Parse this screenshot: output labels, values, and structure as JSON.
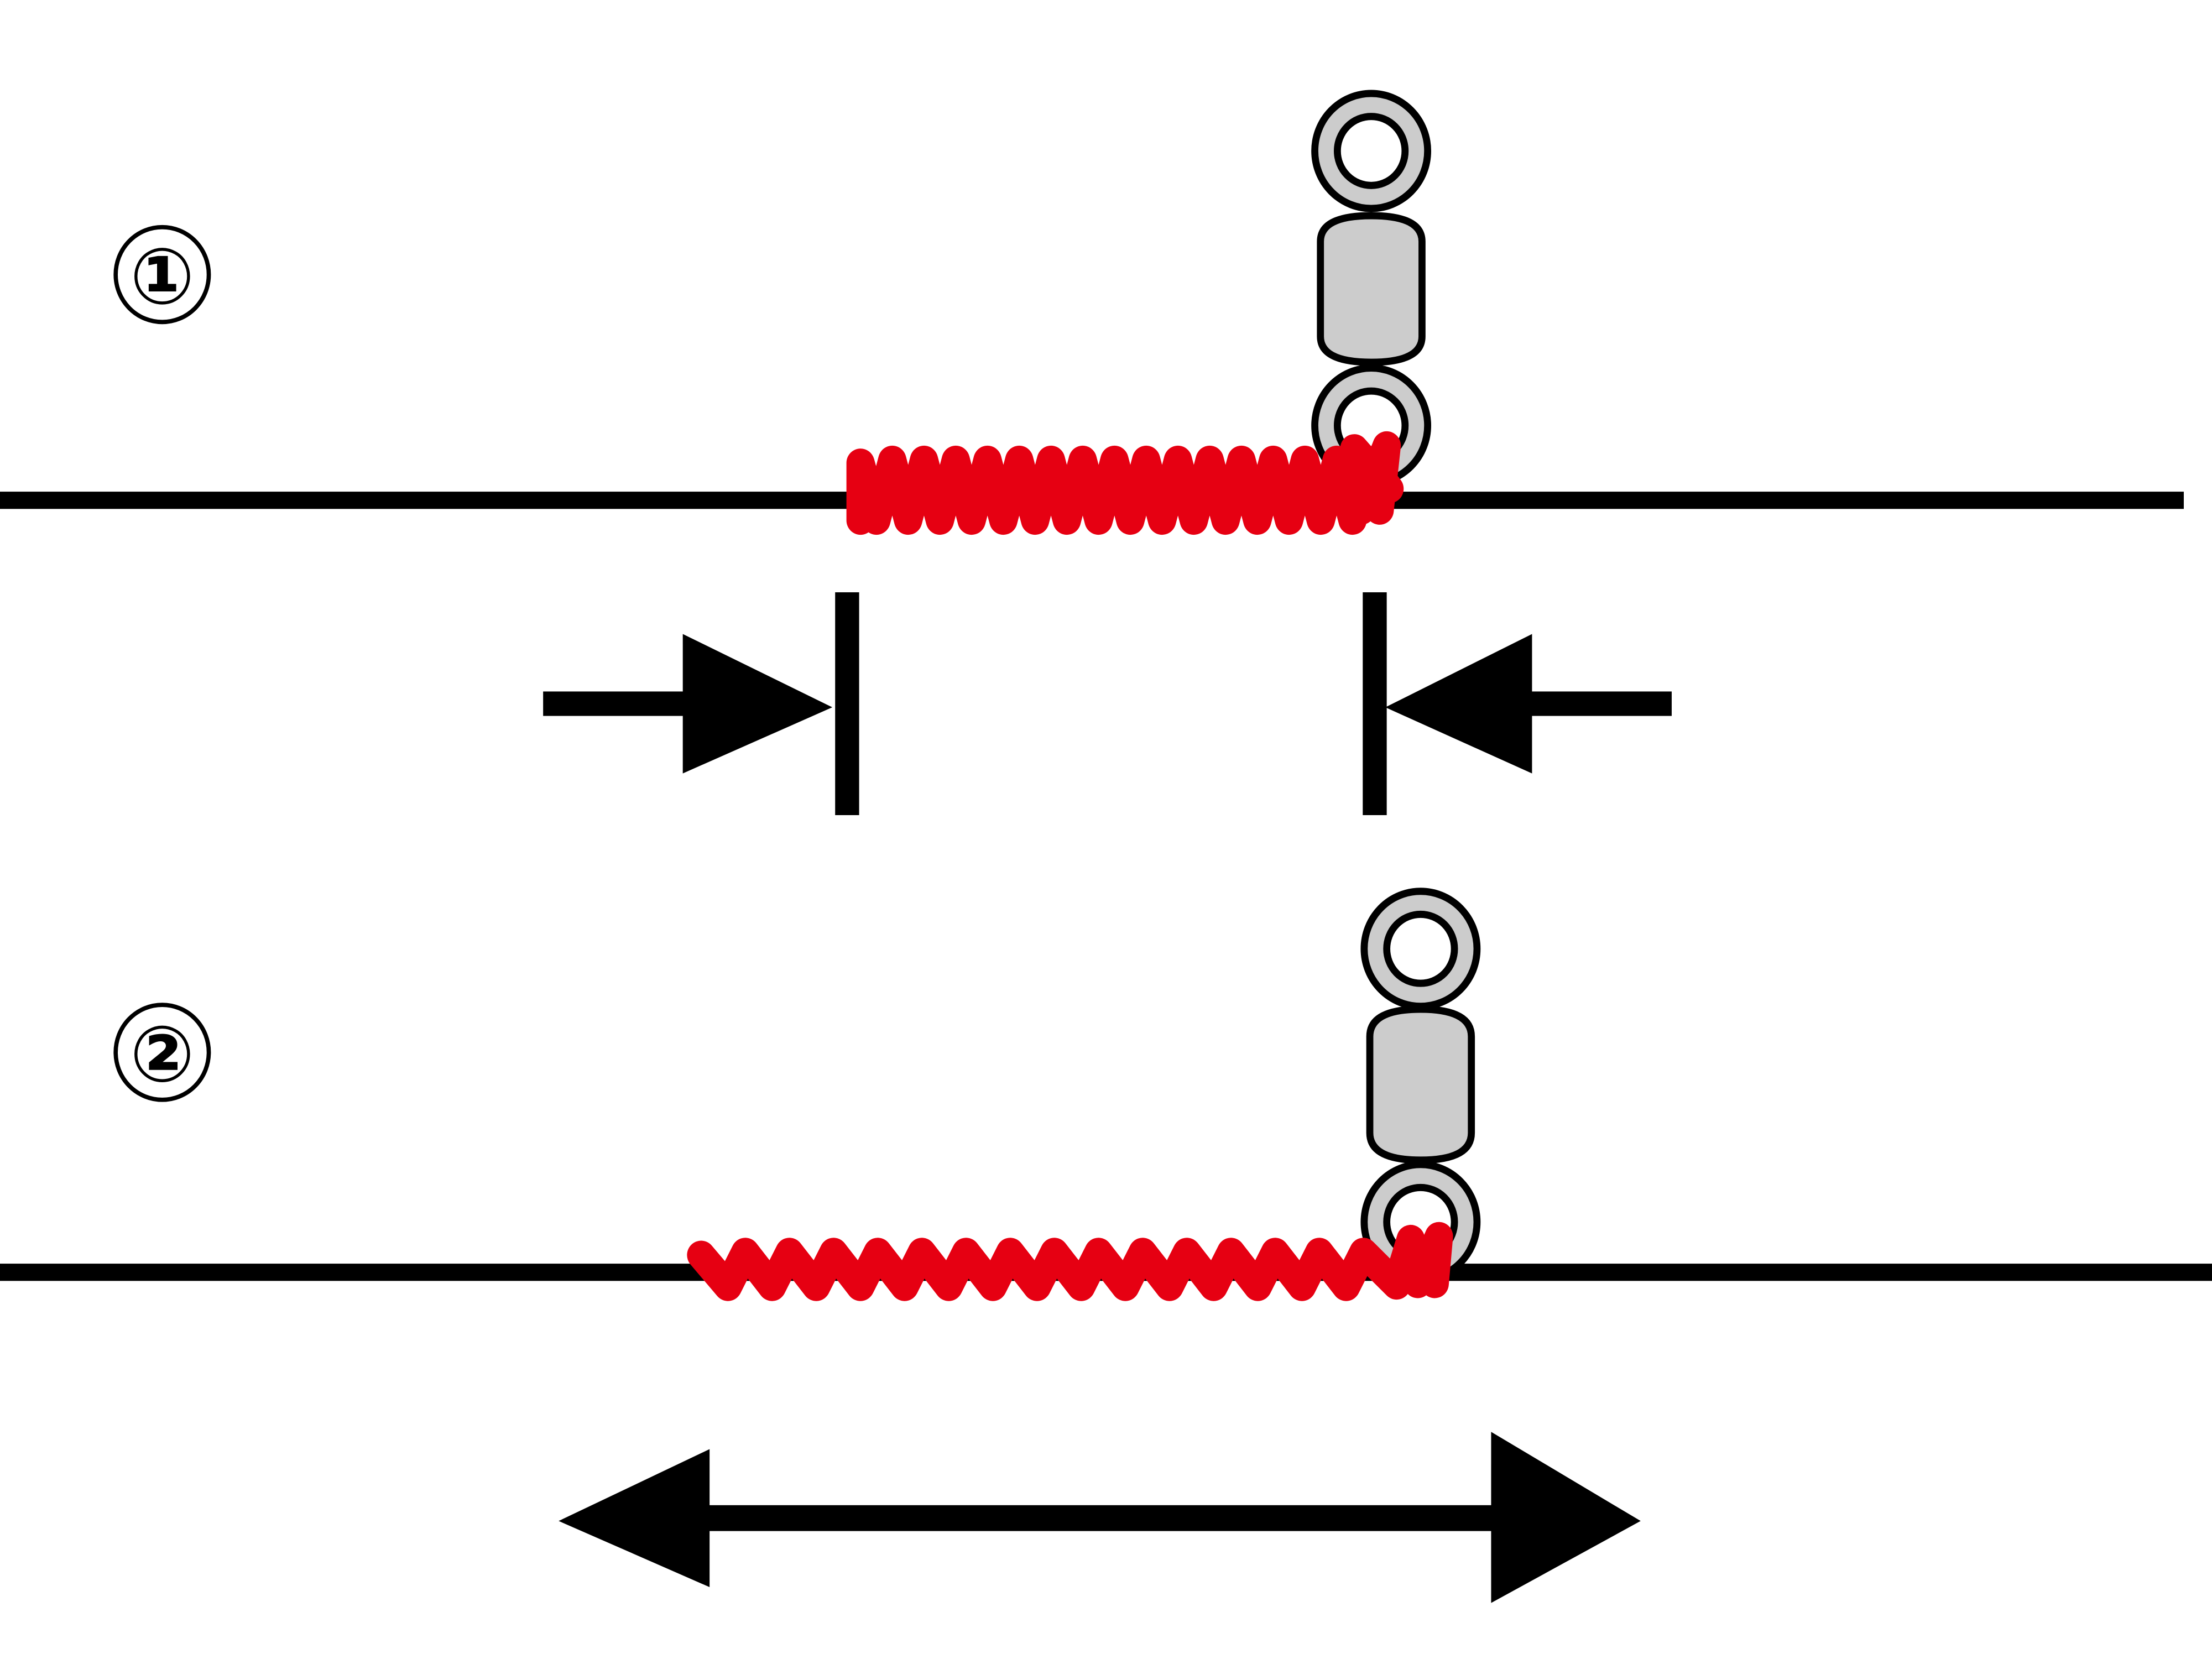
{
  "diagram": {
    "step_labels": [
      "1",
      "2"
    ],
    "colors": {
      "spring": "#e60012",
      "line": "#000000",
      "swivel_fill": "#cccccc",
      "ring_inner": "#ffffff"
    },
    "state_1": {
      "description_label": "compressed"
    },
    "state_2": {
      "description_label": "extended"
    }
  }
}
